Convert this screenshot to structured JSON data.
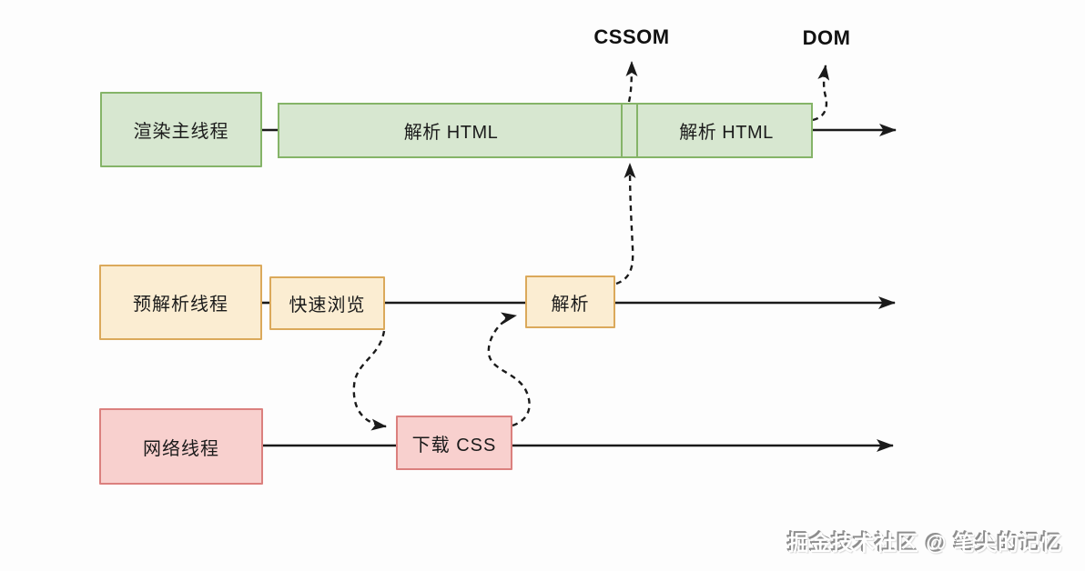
{
  "diagram": {
    "rows": {
      "render_main": {
        "label": "渲染主线程"
      },
      "preparse": {
        "label": "预解析线程"
      },
      "network": {
        "label": "网络线程"
      }
    },
    "bar": {
      "segment1_label": "解析 HTML",
      "segment2_label": "解析 HTML"
    },
    "nodes": {
      "quick_scan": {
        "label": "快速浏览"
      },
      "parse": {
        "label": "解析"
      },
      "download_css": {
        "label": "下载 CSS"
      }
    },
    "outputs": {
      "cssom": "CSSOM",
      "dom": "DOM"
    },
    "watermark": "掘金技术社区 @ 笔尖的记忆"
  },
  "colors": {
    "bg": "#fdfdfd",
    "text": "#1b1b1b",
    "line": "#1a1a1a",
    "green_fill": "#d7e7d0",
    "green_border": "#85b468",
    "yellow_fill": "#fbedd2",
    "yellow_border": "#dba95b",
    "pink_fill": "#f8d0ce",
    "pink_border": "#db807e"
  }
}
